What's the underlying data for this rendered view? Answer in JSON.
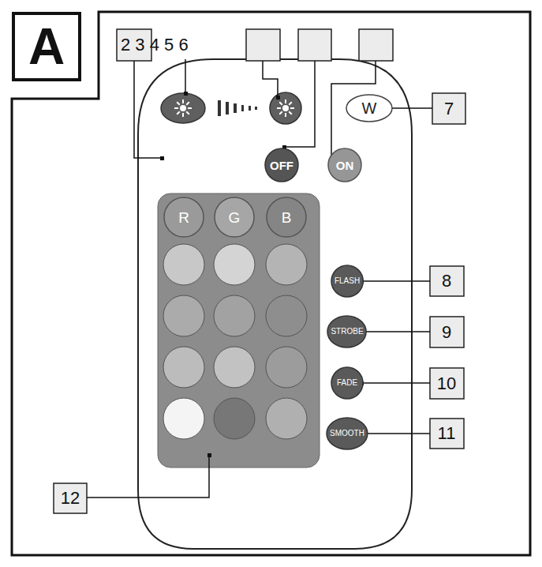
{
  "diagram": {
    "nodes": [
      {
        "text": [
          "W"
        ]
      },
      {
        "text": [
          "OFF"
        ]
      },
      {
        "text": [
          "ON"
        ]
      },
      {
        "text": [
          "R"
        ]
      },
      {
        "text": [
          "G"
        ]
      },
      {
        "text": [
          "B"
        ]
      },
      {
        "text": [
          "FLASH"
        ]
      },
      {
        "text": [
          "STROBE"
        ]
      },
      {
        "text": [
          "FADE"
        ]
      },
      {
        "text": [
          "SMOOTH"
        ]
      }
    ],
    "labels": [
      "A",
      "2 3 4 5 6",
      "7",
      "8",
      "9",
      "10",
      "11",
      "12"
    ]
  }
}
